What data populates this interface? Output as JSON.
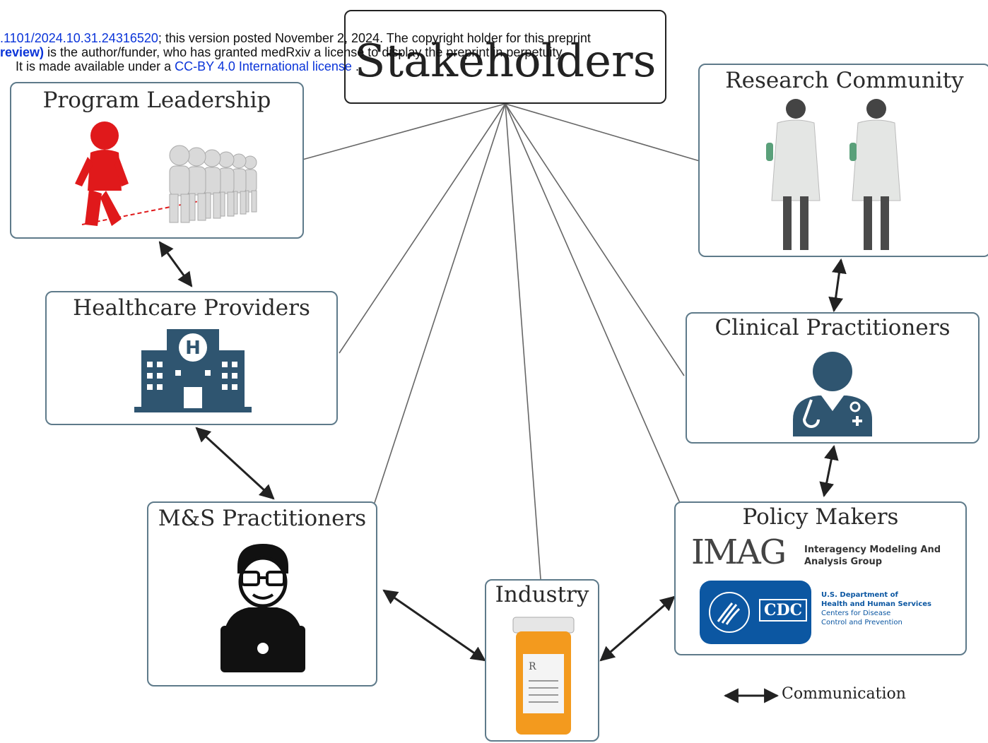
{
  "header": {
    "line1_link": ".1101/2024.10.31.24316520",
    "line1_text": "; this version posted November 2, 2024. The copyright holder for this preprint",
    "line2_bold": "review)",
    "line2_text": " is the author/funder, who has granted medRxiv a license to display the preprint in perpetuity.",
    "line3_text": "It is made available under a ",
    "line3_link": "CC-BY 4.0 International license",
    "line3_end": " ."
  },
  "diagram": {
    "center": "Stakeholders",
    "nodes": {
      "program_leadership": "Program Leadership",
      "healthcare_providers": "Healthcare Providers",
      "ms_practitioners": "M&S Practitioners",
      "industry": "Industry",
      "policy_makers": "Policy Makers",
      "clinical_practitioners": "Clinical Practitioners",
      "research_community": "Research Community"
    },
    "imag_logo": "IMAG",
    "imag_line1": "Interagency Modeling And",
    "imag_line2": "Analysis Group",
    "cdc_logo": "CDC",
    "cdc_line1": "U.S. Department of",
    "cdc_line2": "Health and Human Services",
    "cdc_line3": "Centers for Disease",
    "cdc_line4": "Control and Prevention",
    "hospital_letter": "H",
    "rx_label": "R",
    "legend": "Communication"
  },
  "colors": {
    "border": "#5e7a8a",
    "icon_blue": "#2f5570",
    "red_figure": "#e0191b",
    "bottle_orange": "#f39a1e",
    "cdc_blue": "#0c57a2"
  }
}
